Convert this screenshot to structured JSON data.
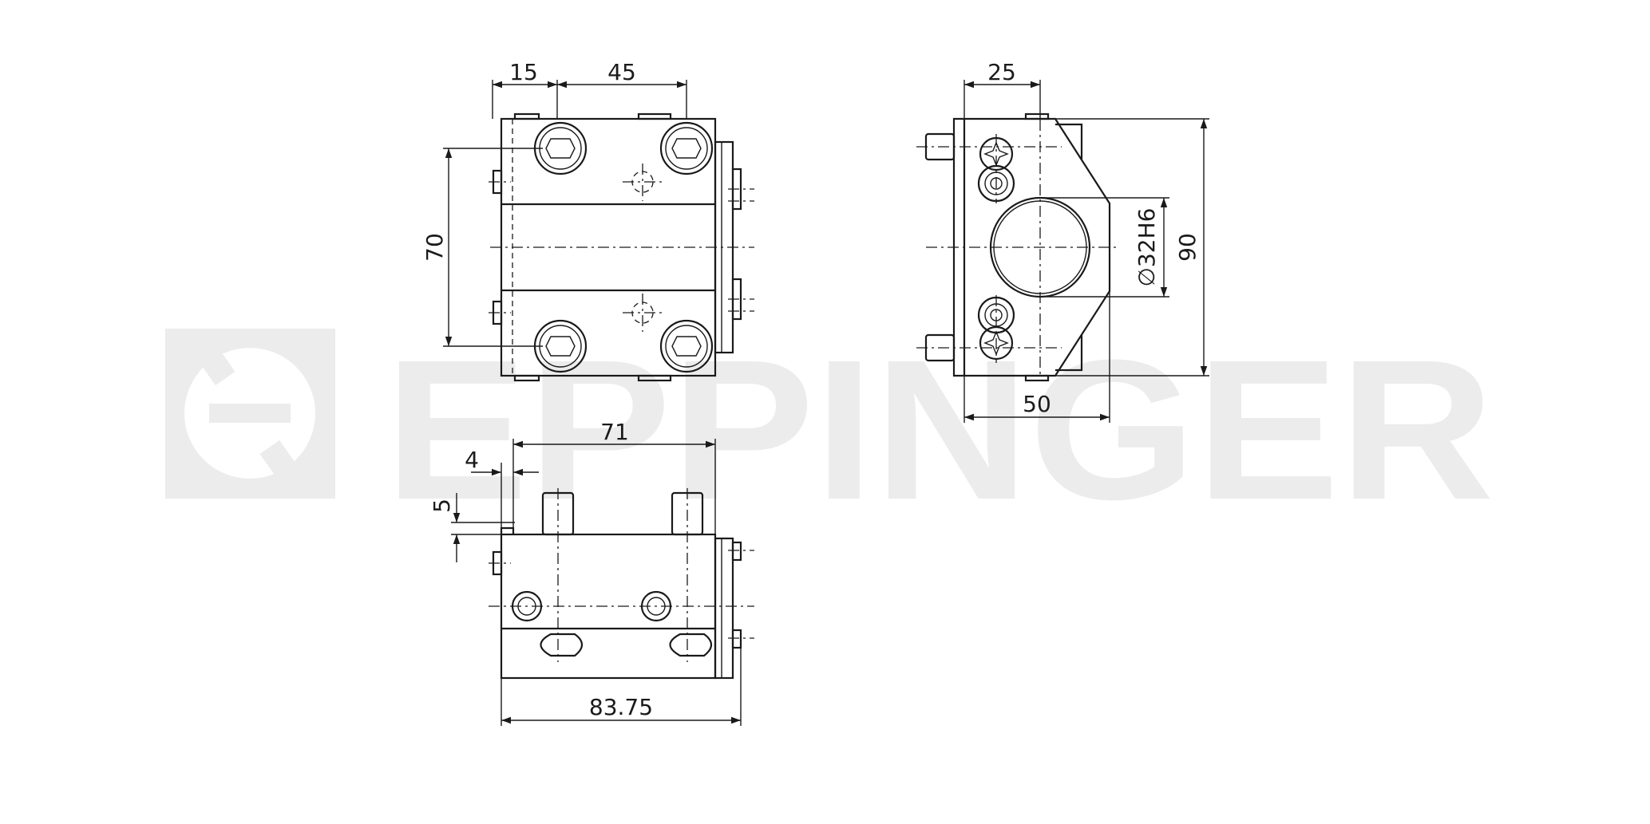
{
  "watermark": {
    "brand": "EPPINGER",
    "logo": "eppinger-logo-icon",
    "color": "#ececec"
  },
  "line_color": "#1a1a1a",
  "dimensions": {
    "top_left_offset": "15",
    "top_bolt_pitch": "45",
    "front_height": "70",
    "side_offset": "25",
    "bore": "∅32H6",
    "side_height": "90",
    "side_width": "50",
    "bottom_length": "71",
    "bottom_step": "4",
    "bottom_pin_height": "5",
    "bottom_total_length": "83.75"
  }
}
